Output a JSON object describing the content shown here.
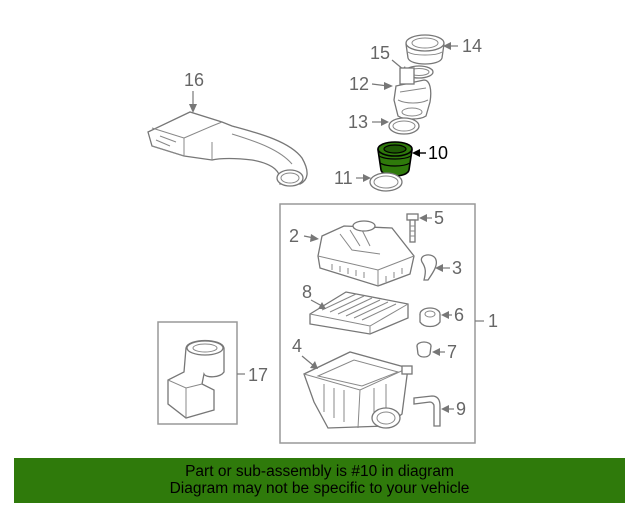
{
  "callouts": {
    "n1": "1",
    "n2": "2",
    "n3": "3",
    "n4": "4",
    "n5": "5",
    "n6": "6",
    "n7": "7",
    "n8": "8",
    "n9": "9",
    "n10": "10",
    "n11": "11",
    "n12": "12",
    "n13": "13",
    "n14": "14",
    "n15": "15",
    "n16": "16",
    "n17": "17"
  },
  "highlight": {
    "part": "10",
    "color": "#2f7a0b"
  },
  "banner": {
    "line1": "Part or sub-assembly is #10 in diagram",
    "line2": "Diagram may not be specific to your vehicle",
    "color": "#2f7a0b"
  }
}
